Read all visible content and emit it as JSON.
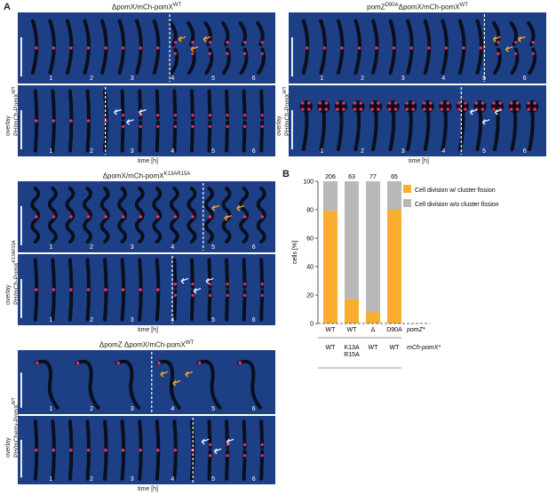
{
  "panel_a_letter": "A",
  "panel_b_letter": "B",
  "time_label": "time [h]",
  "strip_ticks": [
    "1",
    "2",
    "3",
    "4",
    "5",
    "6"
  ],
  "panels": {
    "wt": {
      "title": "ΔpomX/mCh-pomX",
      "title_sup": "WT",
      "label_main": "PH/mCh-PomX",
      "label_sup": "WT",
      "label_over": "overlay"
    },
    "d90a": {
      "title_pre": "pomZ",
      "title_pre_sup": "D90A",
      "title": "ΔpomX/mCh-pomX",
      "title_sup": "WT",
      "label_main": "PH/mCh-PomX",
      "label_sup": "WT",
      "label_over": "overlay"
    },
    "k13a": {
      "title": "ΔpomX/mCh-pomX",
      "title_sup": "K13AR15A",
      "label_main": "PH/mCh-PomX",
      "label_sup": "K13AR15A",
      "label_over": "overlay"
    },
    "dpomz": {
      "title": "ΔpomZ ΔpomX/mCh-pomX",
      "title_sup": "WT",
      "label_main": "PH/mCherry-PomX",
      "label_sup": "WT",
      "label_over": "overlay"
    }
  },
  "colors": {
    "cell_bg": "#1d3f86",
    "cluster": "#e8305a",
    "arrow_orange": "#f5a623",
    "arrow_white": "#dfe8ff",
    "bar_orange": "#f9ae2f",
    "bar_gray": "#b8b8b8"
  },
  "chart_data": {
    "type": "bar",
    "stacked": true,
    "ylabel": "cells [%]",
    "ylim": [
      0,
      100
    ],
    "yticks": [
      "0",
      "20",
      "40",
      "60",
      "80",
      "100"
    ],
    "bar_counts": [
      "206",
      "63",
      "77",
      "65"
    ],
    "pomz_labels": [
      "WT",
      "WT",
      "Δ",
      "D90A"
    ],
    "pomz_row_label": "pomZ*",
    "pomx_labels": [
      "WT",
      "K13A R15A",
      "WT",
      "WT"
    ],
    "pomx_row_label": "mCh-pomX*",
    "series": [
      {
        "name": "Cell division w/ cluster fission",
        "values": [
          79,
          17,
          8,
          80
        ]
      },
      {
        "name": "Cell division w/o cluster fission",
        "values": [
          21,
          83,
          92,
          20
        ]
      }
    ],
    "legend_position": "top-right"
  }
}
